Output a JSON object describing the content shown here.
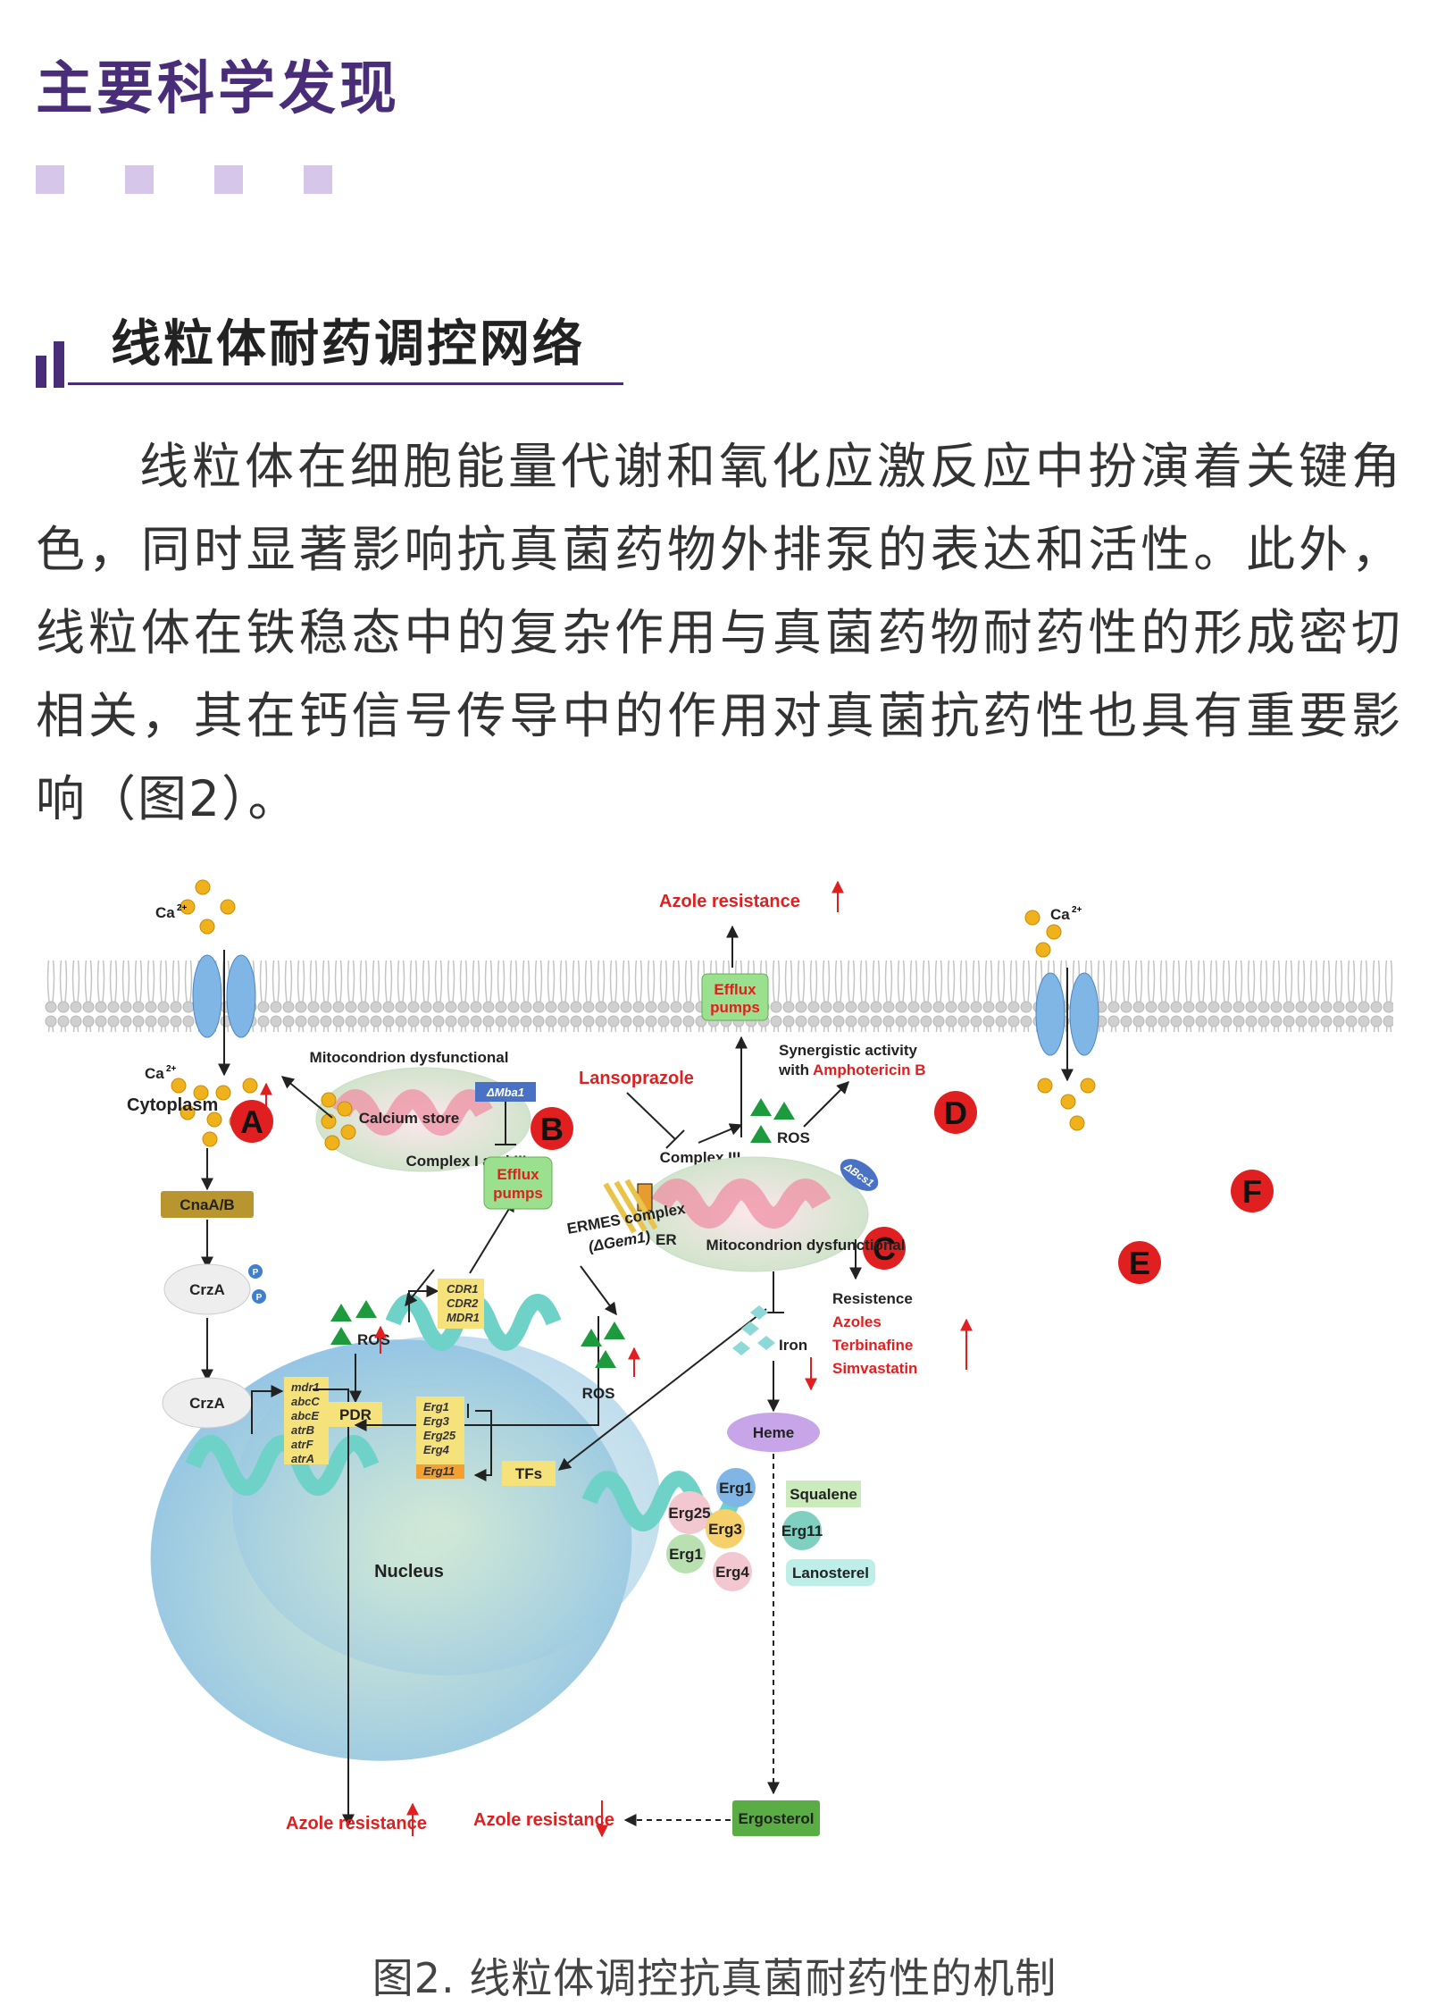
{
  "page": {
    "title": "主要科学发现",
    "section_title": "线粒体耐药调控网络",
    "paragraph": "线粒体在细胞能量代谢和氧化应激反应中扮演着关键角色，同时显著影响抗真菌药物外排泵的表达和活性。此外，线粒体在铁稳态中的复杂作用与真菌药物耐药性的形成密切相关，其在钙信号传导中的作用对真菌抗药性也具有重要影响（图2）。",
    "caption": "图2. 线粒体调控抗真菌耐药性的机制"
  },
  "figure": {
    "ca_left_top": "Ca",
    "ca_left_in": "Ca",
    "ca_right_top": "Ca",
    "charge": "2+",
    "azole_top": "Azole resistance",
    "efflux_top": [
      "Efflux",
      "pumps"
    ],
    "efflux_mid": [
      "Efflux",
      "pumps"
    ],
    "cytoplasm": "Cytoplasm",
    "mito_left_title": "Mitocondrion dysfunctional",
    "calcium_store": "Calcium store",
    "mba1": "ΔMba1",
    "complex_1_3": "Complex I and III",
    "letters": [
      "A",
      "B",
      "C",
      "D",
      "E",
      "F"
    ],
    "cna": "CnaA/B",
    "crza": "CrzA",
    "phospho": "P",
    "ros": "ROS",
    "pdr": "PDR",
    "cdr_genes": [
      "CDR1",
      "CDR2",
      "MDR1"
    ],
    "mdr_genes": [
      "mdr1",
      "abcC",
      "abcE",
      "atrB",
      "atrF",
      "atrA"
    ],
    "erg_genes": [
      "Erg1",
      "Erg3",
      "Erg25",
      "Erg4",
      "Erg11"
    ],
    "tfs": "TFs",
    "nucleus": "Nucleus",
    "azole_left": "Azole resistance",
    "azole_mid": "Azole resistance",
    "lansoprazole": "Lansoprazole",
    "complex_3": "Complex III",
    "synergy_1": "Synergistic activity",
    "synergy_2": "with",
    "amphotericin": "Amphotericin B",
    "ermes": "ERMES complex",
    "gem1": "(ΔGem1)",
    "er": "ER",
    "mito_right_title": "Mitocondrion dysfunctional",
    "bcs1": "ΔBcs1",
    "resistence": "Resistence",
    "drugs": [
      "Azoles",
      "Terbinafine",
      "Simvastatin"
    ],
    "iron": "Iron",
    "heme": "Heme",
    "erg_bubbles": [
      "Erg1",
      "Erg25",
      "Erg3",
      "Erg1",
      "Erg4",
      "Erg11"
    ],
    "squalene": "Squalene",
    "lanosterel": "Lanosterel",
    "ergosterol": "Ergosterol"
  }
}
